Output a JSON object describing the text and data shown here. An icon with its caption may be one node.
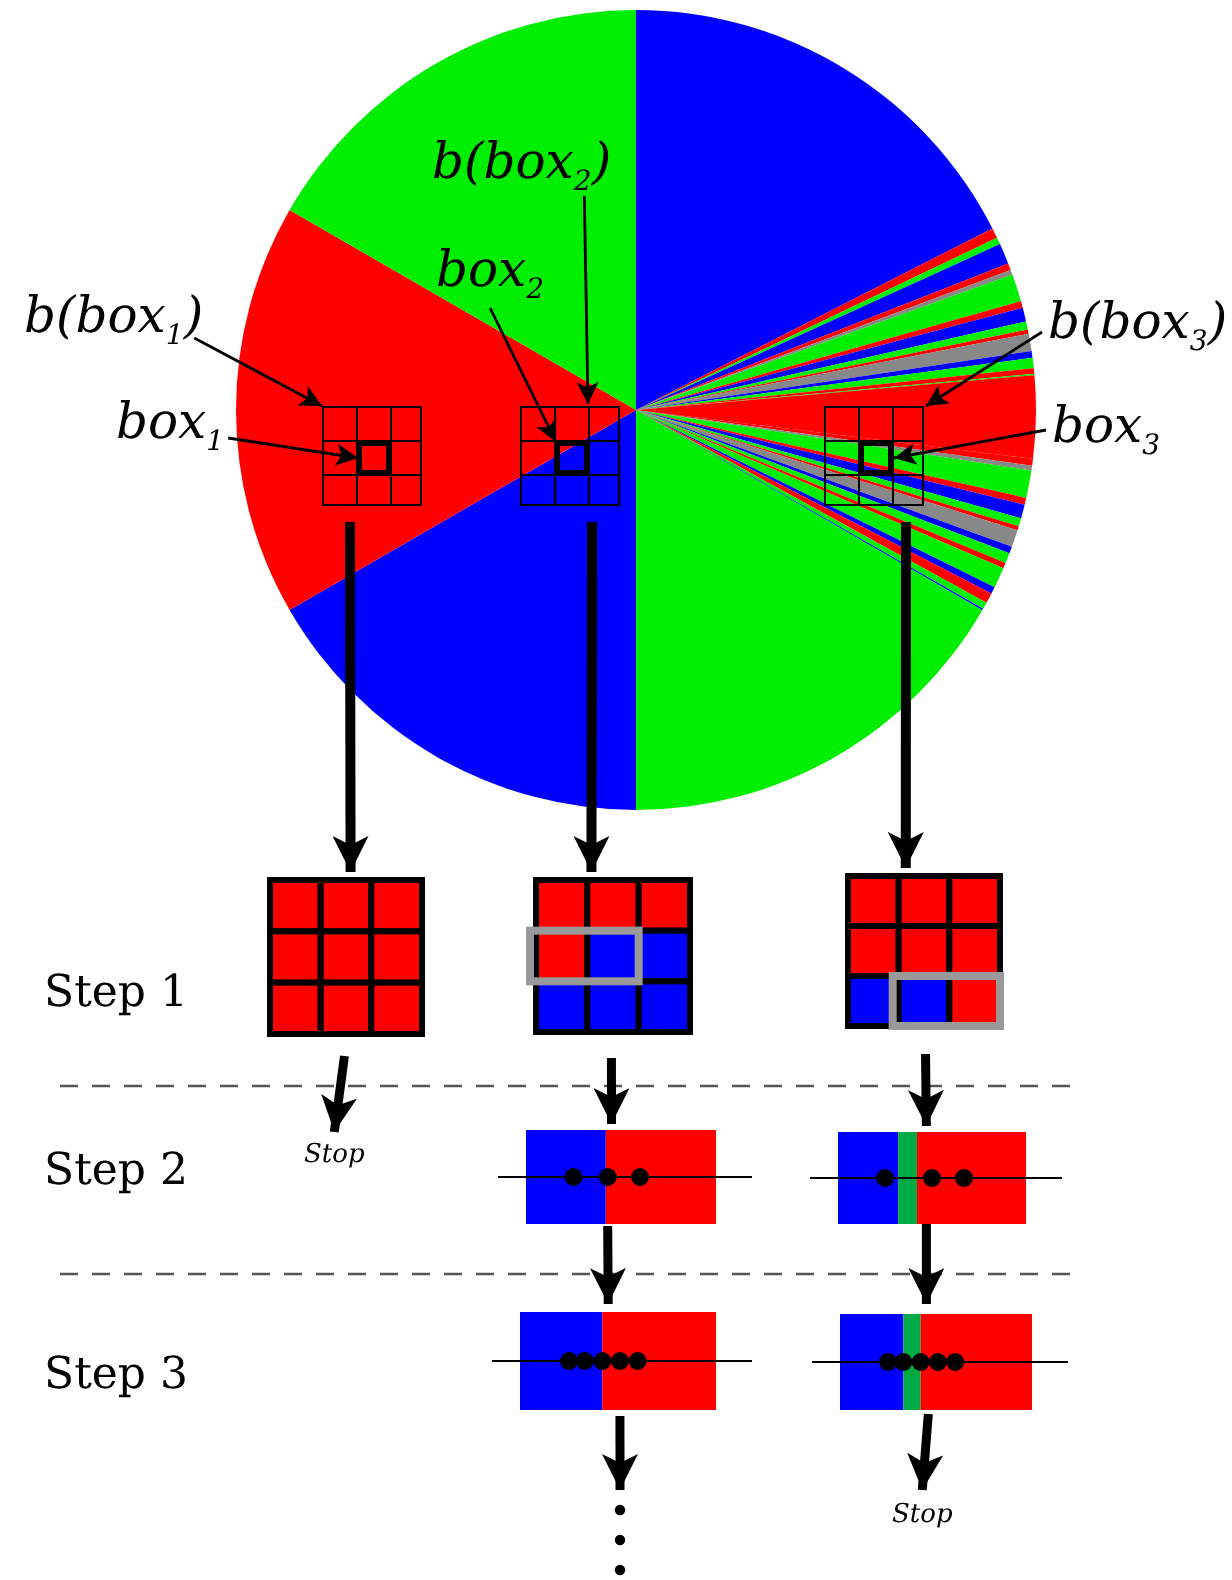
{
  "diagram": {
    "nodes": [
      {
        "text": [
          "b(box$_{1}$)"
        ]
      },
      {
        "text": [
          "box$_{1}$"
        ]
      },
      {
        "text": [
          "b(box$_{2}$)"
        ]
      },
      {
        "text": [
          "box$_{2}$"
        ]
      },
      {
        "text": [
          "b(box$_{3}$)"
        ]
      },
      {
        "text": [
          "box$_{3}$"
        ]
      },
      {
        "text": [],
        "shape": "box"
      },
      {
        "text": [],
        "shape": "box",
        "in": 6
      },
      {
        "text": [],
        "shape": "box"
      },
      {
        "text": [],
        "shape": "box",
        "in": 8
      },
      {
        "text": [],
        "shape": "box"
      },
      {
        "text": [],
        "shape": "box",
        "in": 10
      },
      {
        "text": [],
        "shape": "box"
      },
      {
        "text": [],
        "shape": "box"
      },
      {
        "text": [],
        "shape": "box"
      },
      {
        "text": [
          "Stop"
        ]
      },
      {
        "text": [],
        "shape": "bar"
      },
      {
        "text": [],
        "shape": "bar"
      },
      {
        "text": [],
        "shape": "bar"
      },
      {
        "text": [],
        "shape": "bar"
      },
      {
        "text": [
          "Stop"
        ]
      }
    ],
    "edges": [
      {
        "from": 0,
        "to": 6,
        "arrow": "to"
      },
      {
        "from": 1,
        "to": 7,
        "arrow": "to"
      },
      {
        "from": 2,
        "to": 8,
        "arrow": "to"
      },
      {
        "from": 3,
        "to": 9,
        "arrow": "to"
      },
      {
        "from": 4,
        "to": 10,
        "arrow": "to"
      },
      {
        "from": 5,
        "to": 11,
        "arrow": "to"
      },
      {
        "from": 6,
        "to": 12,
        "arrow": "to"
      },
      {
        "from": 8,
        "to": 13,
        "arrow": "to"
      },
      {
        "from": 10,
        "to": 14,
        "arrow": "to"
      },
      {
        "from": 12,
        "to": 15,
        "arrow": "to"
      },
      {
        "from": 13,
        "to": 16,
        "arrow": "to"
      },
      {
        "from": 14,
        "to": 17,
        "arrow": "to"
      },
      {
        "from": 16,
        "to": 18,
        "arrow": "to"
      },
      {
        "from": 17,
        "to": 19,
        "arrow": "to"
      },
      {
        "from": 18,
        "to": null,
        "arrow": "to"
      },
      {
        "from": 19,
        "to": 20,
        "arrow": "to"
      }
    ],
    "labels": [
      "Step 1",
      "Step 2",
      "Step 3"
    ]
  }
}
